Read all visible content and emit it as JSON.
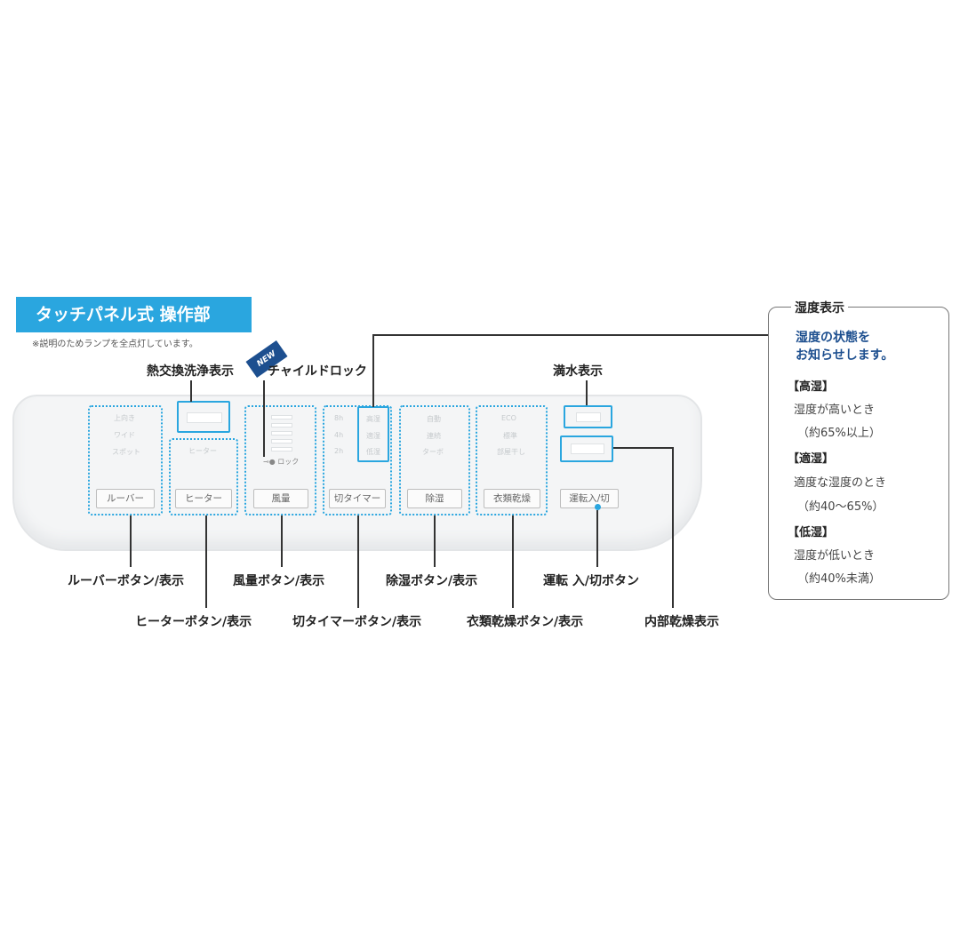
{
  "header": {
    "title": "タッチパネル式 操作部",
    "note": "※説明のためランプを全点灯しています。"
  },
  "new_badge": "NEW",
  "panel": {
    "buttons": {
      "louver": "ルーバー",
      "heater": "ヒーター",
      "fan": "風量",
      "timer": "切タイマー",
      "dehumidify": "除湿",
      "clothes": "衣類乾燥",
      "power": "運転入/切"
    },
    "lamps": {
      "louver": [
        "上向き",
        "ワイド",
        "スポット"
      ],
      "heater": "ヒーター",
      "timer": [
        "8h",
        "4h",
        "2h"
      ],
      "humidity": [
        "高湿",
        "適湿",
        "低湿"
      ],
      "dehumidify": [
        "自動",
        "連続",
        "ターボ"
      ],
      "clothes": [
        "ECO",
        "標準",
        "部屋干し"
      ],
      "child_lock": "ロック"
    }
  },
  "callouts": {
    "heat_exchanger": "熱交換洗浄表示",
    "child_lock": "チャイルドロック",
    "full_water": "満水表示",
    "louver": "ルーバーボタン/表示",
    "heater": "ヒーターボタン/表示",
    "fan": "風量ボタン/表示",
    "timer": "切タイマーボタン/表示",
    "dehumidify": "除湿ボタン/表示",
    "clothes": "衣類乾燥ボタン/表示",
    "power": "運転 入/切ボタン",
    "internal_dry": "内部乾燥表示"
  },
  "humidity_box": {
    "title": "湿度表示",
    "lead": "湿度の状態を\nお知らせします。",
    "levels": [
      {
        "head": "【高湿】",
        "desc": "湿度が高いとき",
        "range": "（約65%以上）"
      },
      {
        "head": "【適湿】",
        "desc": "適度な湿度のとき",
        "range": "（約40～65%）"
      },
      {
        "head": "【低湿】",
        "desc": "湿度が低いとき",
        "range": "（約40%未満）"
      }
    ]
  },
  "colors": {
    "accent": "#2aa6df",
    "lead_text": "#1d4f8f"
  }
}
